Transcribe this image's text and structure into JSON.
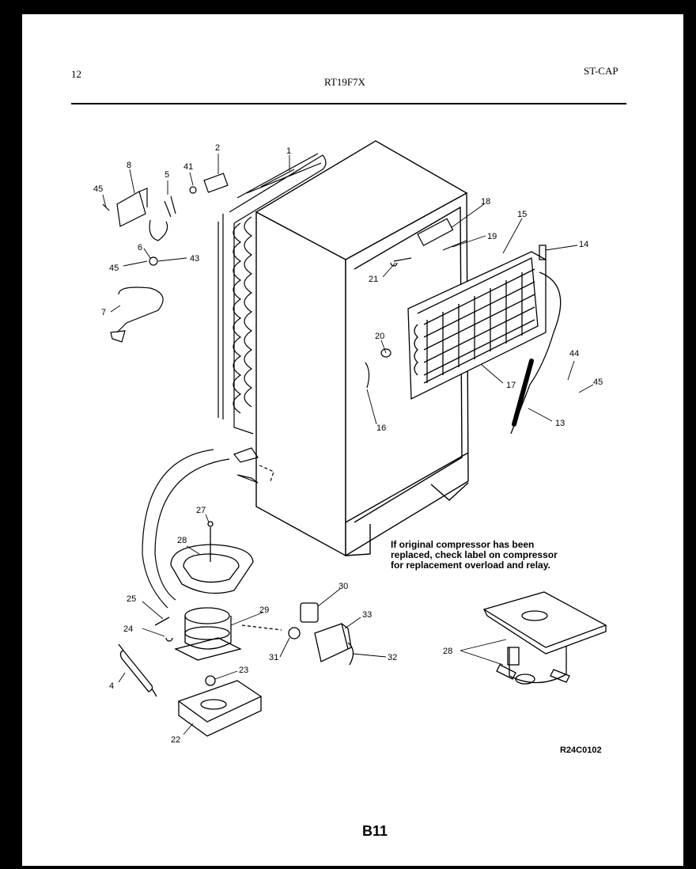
{
  "header": {
    "page_number": "12",
    "model": "RT19F7X",
    "section": "ST-CAP"
  },
  "note": "If original compressor has been replaced, check label on compressor for replacement overload and relay.",
  "drawing_code": "R24C0102",
  "page_label": "B11",
  "callouts": [
    {
      "id": "c1",
      "text": "1"
    },
    {
      "id": "c2",
      "text": "2"
    },
    {
      "id": "c41",
      "text": "41"
    },
    {
      "id": "c8",
      "text": "8"
    },
    {
      "id": "c5",
      "text": "5"
    },
    {
      "id": "c45a",
      "text": "45"
    },
    {
      "id": "c6",
      "text": "6"
    },
    {
      "id": "c45b",
      "text": "45"
    },
    {
      "id": "c43",
      "text": "43"
    },
    {
      "id": "c7",
      "text": "7"
    },
    {
      "id": "c18",
      "text": "18"
    },
    {
      "id": "c15",
      "text": "15"
    },
    {
      "id": "c19",
      "text": "19"
    },
    {
      "id": "c14",
      "text": "14"
    },
    {
      "id": "c21",
      "text": "21"
    },
    {
      "id": "c20",
      "text": "20"
    },
    {
      "id": "c16",
      "text": "16"
    },
    {
      "id": "c17",
      "text": "17"
    },
    {
      "id": "c44",
      "text": "44"
    },
    {
      "id": "c45c",
      "text": "45"
    },
    {
      "id": "c13",
      "text": "13"
    },
    {
      "id": "c27",
      "text": "27"
    },
    {
      "id": "c28a",
      "text": "28"
    },
    {
      "id": "c25",
      "text": "25"
    },
    {
      "id": "c30",
      "text": "30"
    },
    {
      "id": "c33",
      "text": "33"
    },
    {
      "id": "c29",
      "text": "29"
    },
    {
      "id": "c24",
      "text": "24"
    },
    {
      "id": "c31",
      "text": "31"
    },
    {
      "id": "c32",
      "text": "32"
    },
    {
      "id": "c4",
      "text": "4"
    },
    {
      "id": "c23",
      "text": "23"
    },
    {
      "id": "c22",
      "text": "22"
    },
    {
      "id": "c28b",
      "text": "28"
    }
  ]
}
